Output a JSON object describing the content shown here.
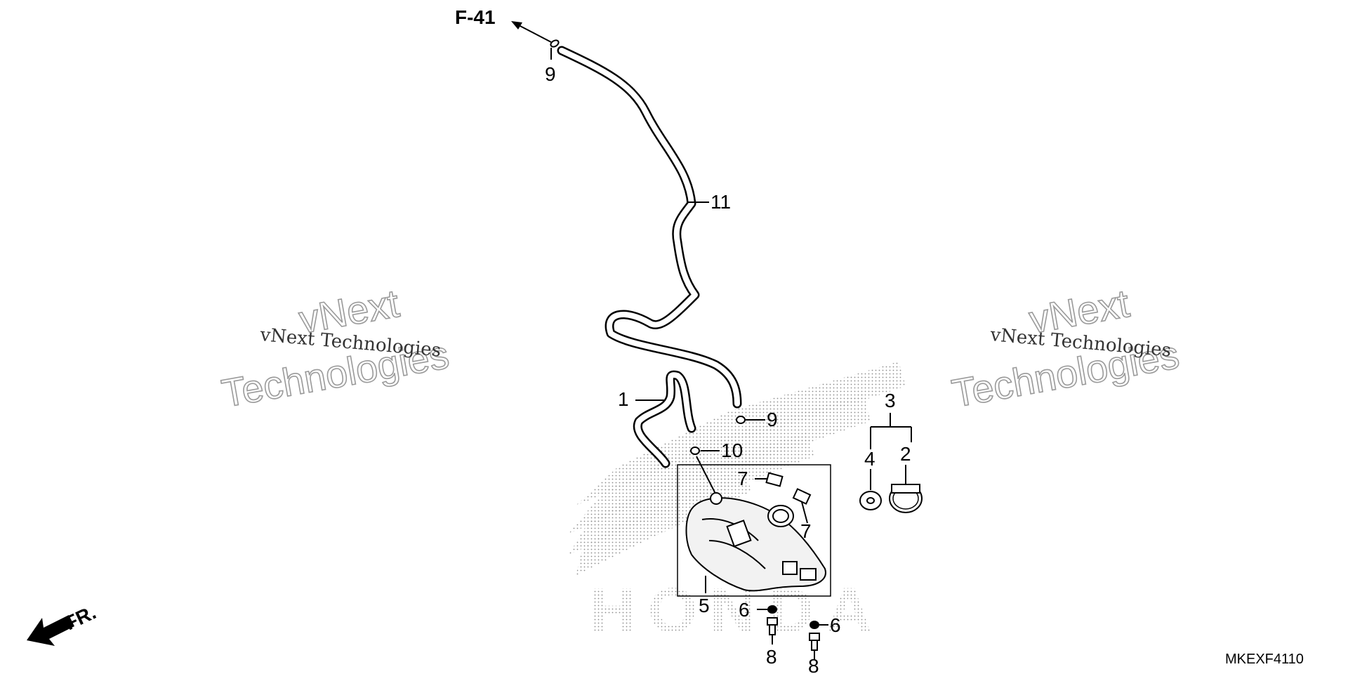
{
  "diagram": {
    "reference": "F-41",
    "callouts": {
      "c1": "1",
      "c2": "2",
      "c3": "3",
      "c4": "4",
      "c5": "5",
      "c6a": "6",
      "c6b": "6",
      "c7a": "7",
      "c7b": "7",
      "c8a": "8",
      "c8b": "8",
      "c9a": "9",
      "c9b": "9",
      "c10": "10",
      "c11": "11"
    },
    "front_label": "FR.",
    "drawing_code": "MKEXF4110"
  },
  "watermark": {
    "brand_line": "vNext Technologies",
    "outline_top": "vNext",
    "outline_bottom": "Technologies",
    "background_logo": "HONDA"
  }
}
